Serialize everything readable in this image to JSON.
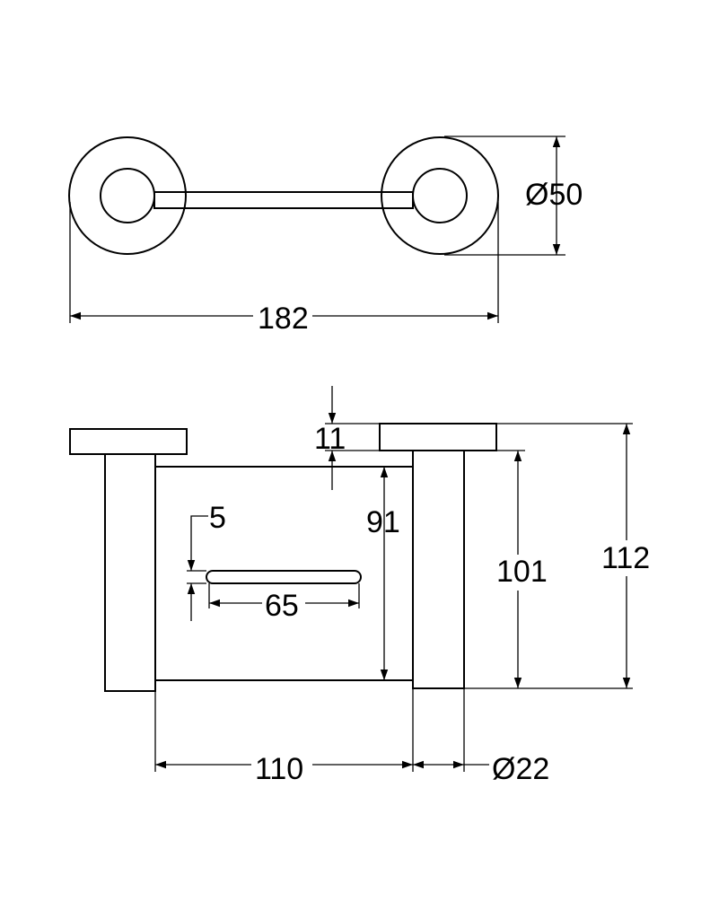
{
  "dimensions": {
    "diameter_50": "Ø50",
    "width_182": "182",
    "thickness_11": "11",
    "shelf_height_91": "91",
    "post_height_101": "101",
    "overall_height_112": "112",
    "gap_5": "5",
    "slot_length_65": "65",
    "depth_110": "110",
    "diameter_22": "Ø22"
  }
}
